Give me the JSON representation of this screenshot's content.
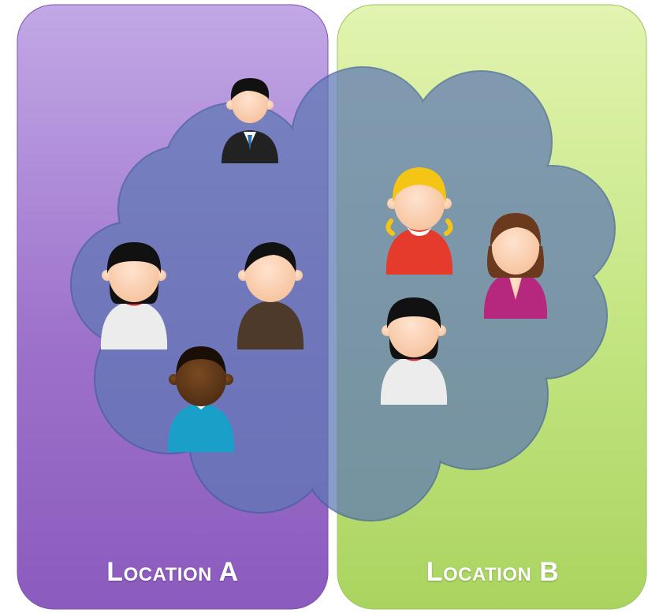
{
  "panels": {
    "left_label": "Location A",
    "right_label": "Location B",
    "left_color": "#9a6cc6",
    "right_color": "#bde07a"
  },
  "cloud": {
    "color": "#5f78b6",
    "outline": "#4b6aa8"
  },
  "people": [
    {
      "name": "person-businessman-icon",
      "role": "businessman"
    },
    {
      "name": "person-white-shirt-icon",
      "role": "person in white shirt"
    },
    {
      "name": "person-brown-sweater-icon",
      "role": "person in brown sweater"
    },
    {
      "name": "person-blue-shirt-icon",
      "role": "person in blue shirt"
    },
    {
      "name": "person-blonde-girl-icon",
      "role": "girl with blonde hair"
    },
    {
      "name": "person-woman-magenta-icon",
      "role": "woman in magenta top"
    },
    {
      "name": "person-white-shirt-2-icon",
      "role": "person in white shirt"
    }
  ]
}
